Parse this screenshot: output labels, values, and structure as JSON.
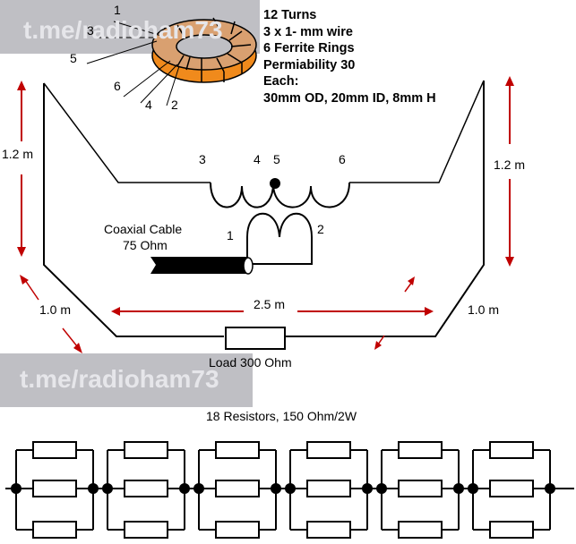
{
  "watermarks": [
    {
      "text": "t.me/radioham73"
    },
    {
      "text": "t.me/radioham73"
    }
  ],
  "toroid": {
    "specs": [
      "12 Turns",
      "3 x 1- mm wire",
      "6 Ferrite Rings",
      "Permiability 30",
      "Each:",
      "30mm OD, 20mm ID, 8mm H"
    ],
    "terminal_labels": [
      "1",
      "3",
      "5",
      "6",
      "4",
      "2"
    ],
    "colors": {
      "top": "#d9a070",
      "side": "#f08a1c",
      "outline": "#000000"
    }
  },
  "antenna": {
    "dimensions": {
      "left_height": "1.2 m",
      "right_height": "1.2 m",
      "left_slant": "1.0 m",
      "right_slant": "1.0 m",
      "bottom_width": "2.5 m"
    },
    "winding_labels": {
      "t3": "3",
      "t4": "4",
      "t5": "5",
      "t6": "6",
      "t1": "1",
      "t2": "2"
    },
    "coax_label_line1": "Coaxial Cable",
    "coax_label_line2": "75 Ohm",
    "load_label": "Load 300 Ohm",
    "arrow_color": "#c00000"
  },
  "resistor_network": {
    "title": "18 Resistors, 150 Ohm/2W",
    "groups": 6,
    "resistors_per_group": 3
  }
}
